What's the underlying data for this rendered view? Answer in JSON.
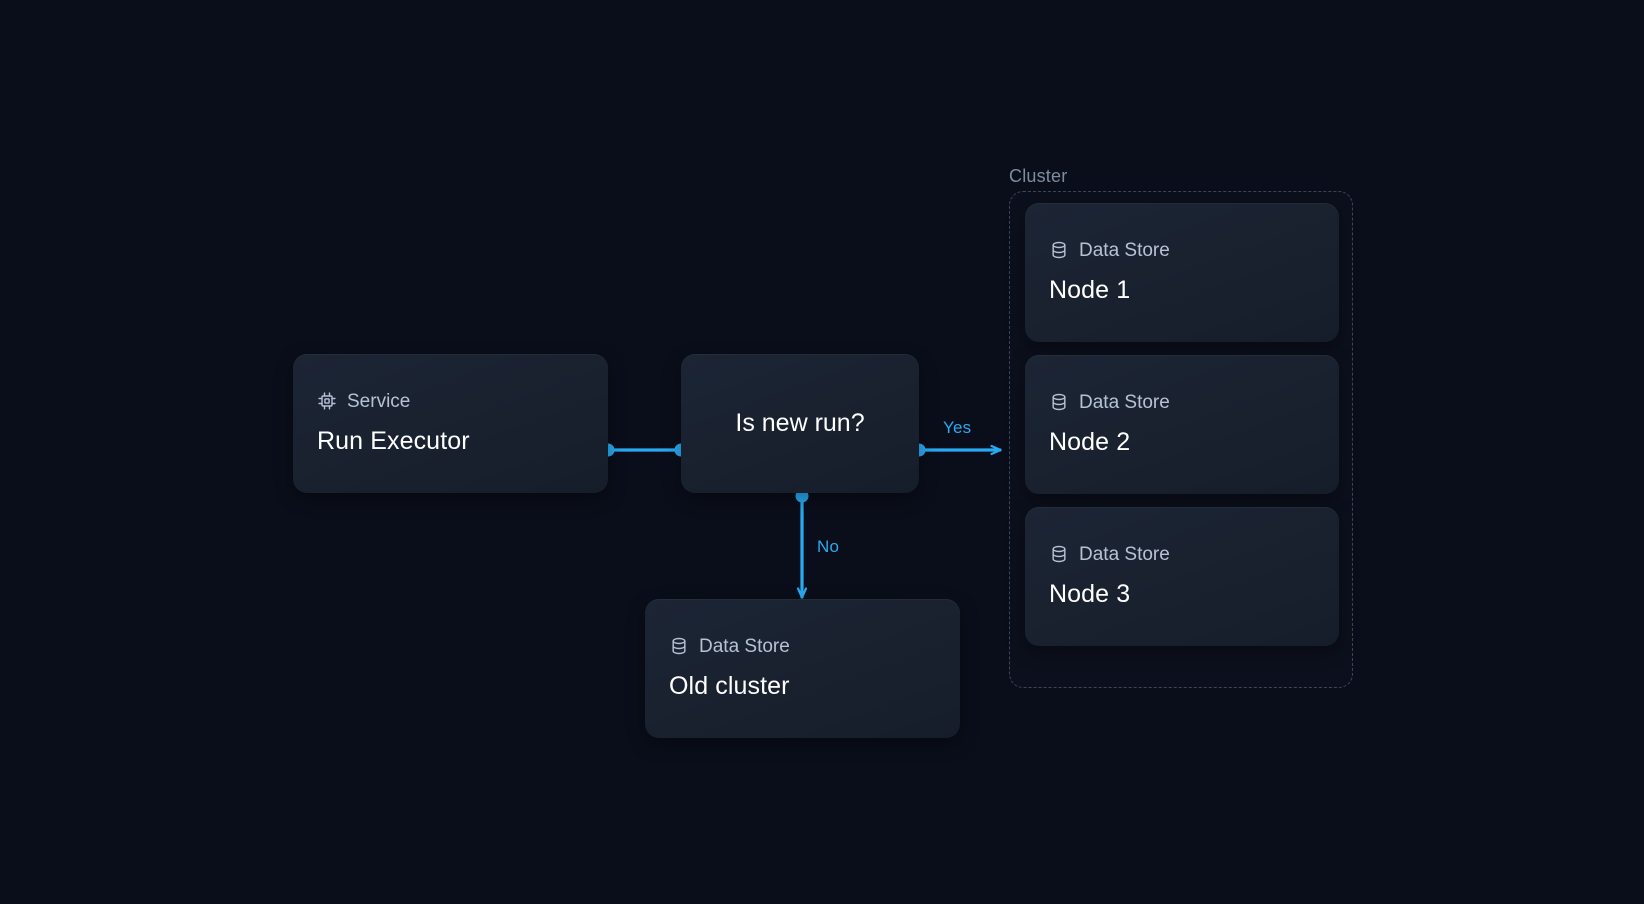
{
  "diagram": {
    "background_color": "#0a0e1a",
    "node_fill_color": "#1a2234",
    "edge_color": "#29a9f0",
    "cluster_border_color": "#3b4658",
    "title_text_color": "#ffffff",
    "kind_text_color": "#b6c2d4"
  },
  "nodes": {
    "run_executor": {
      "kind": "Service",
      "icon": "cpu-chip-icon",
      "title": "Run Executor"
    },
    "decision": {
      "text": "Is new run?"
    },
    "old_cluster": {
      "kind": "Data Store",
      "icon": "database-icon",
      "title": "Old cluster"
    },
    "node1": {
      "kind": "Data Store",
      "icon": "database-icon",
      "title": "Node 1"
    },
    "node2": {
      "kind": "Data Store",
      "icon": "database-icon",
      "title": "Node 2"
    },
    "node3": {
      "kind": "Data Store",
      "icon": "database-icon",
      "title": "Node 3"
    }
  },
  "cluster": {
    "label": "Cluster"
  },
  "edges": {
    "executor_to_decision": {
      "label": ""
    },
    "decision_to_cluster": {
      "label": "Yes"
    },
    "decision_to_old_cluster": {
      "label": "No"
    }
  }
}
